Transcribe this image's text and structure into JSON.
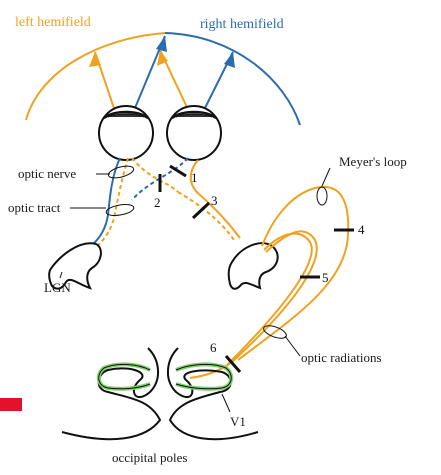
{
  "colors": {
    "left_field": "#f0a21e",
    "right_field": "#2b6cb0",
    "cortex": "#7ed36b",
    "marker": "#e3122a",
    "ink": "#111111"
  },
  "labels": {
    "left_hemifield": "left hemifield",
    "right_hemifield": "right hemifield",
    "optic_nerve": "optic nerve",
    "optic_tract": "optic tract",
    "lgn": "LGN",
    "meyers_loop": "Meyer's loop",
    "optic_radiations": "optic radiations",
    "v1": "V1",
    "occipital_poles": "occipital poles"
  },
  "lesions": {
    "n1": "1",
    "n2": "2",
    "n3": "3",
    "n4": "4",
    "n5": "5",
    "n6": "6"
  }
}
